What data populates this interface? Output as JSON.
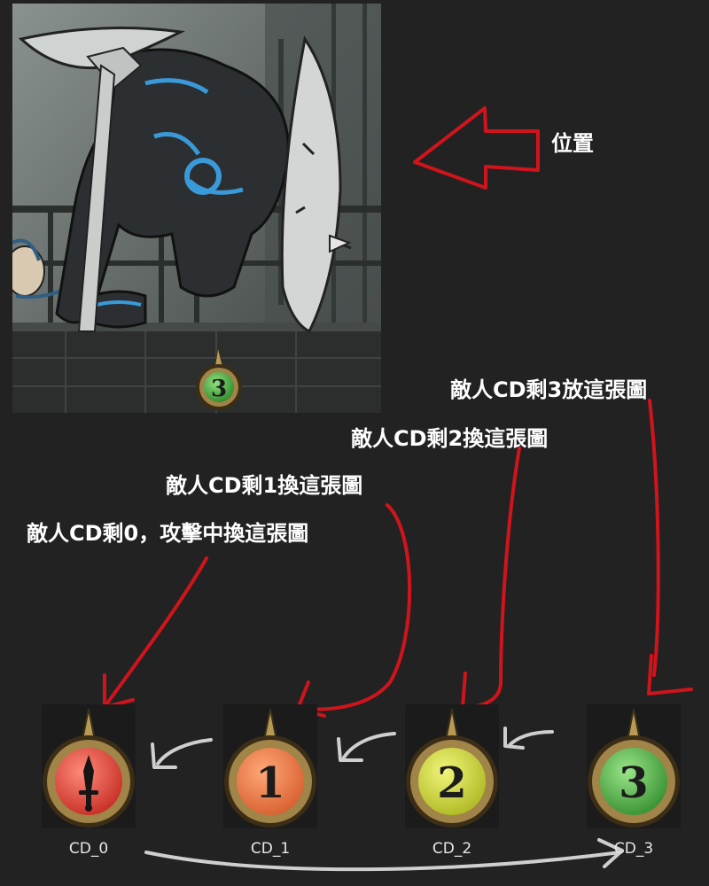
{
  "annotations": {
    "position": "位置",
    "cd3": "敵人CD剩3放這張圖",
    "cd2": "敵人CD剩2換這張圖",
    "cd1": "敵人CD剩1換這張圖",
    "cd0": "敵人CD剩0，攻擊中換這張圖"
  },
  "scene": {
    "badge_number": "3"
  },
  "cd_icons": [
    {
      "label": "CD_0",
      "symbol": "sword-icon",
      "color": "#e8473b"
    },
    {
      "label": "CD_1",
      "number": "1",
      "color": "#ee7a45"
    },
    {
      "label": "CD_2",
      "number": "2",
      "color": "#d9e23a"
    },
    {
      "label": "CD_3",
      "number": "3",
      "color": "#5cbf4c"
    }
  ],
  "colors": {
    "background": "#222222",
    "arrow_red": "#d0141c",
    "arrow_gray": "#cfcfcf",
    "frame_gold": "#8a7444",
    "icon_number_text": "#1c1c1c"
  }
}
